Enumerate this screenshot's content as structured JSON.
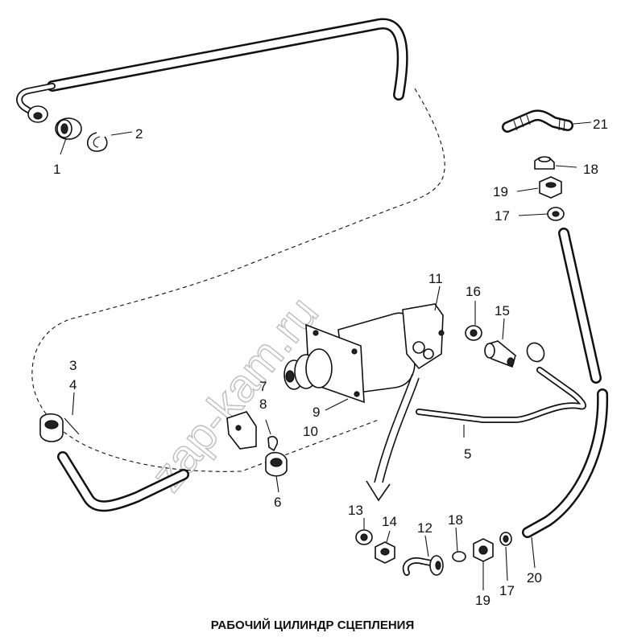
{
  "diagram": {
    "caption": "РАБОЧИЙ ЦИЛИНДР СЦЕПЛЕНИЯ",
    "watermark": "zap-kam.ru",
    "callouts": [
      "1",
      "2",
      "3",
      "4",
      "5",
      "6",
      "7",
      "8",
      "9",
      "10",
      "11",
      "12",
      "13",
      "14",
      "15",
      "16",
      "17",
      "17",
      "18",
      "18",
      "19",
      "19",
      "20",
      "21"
    ]
  }
}
